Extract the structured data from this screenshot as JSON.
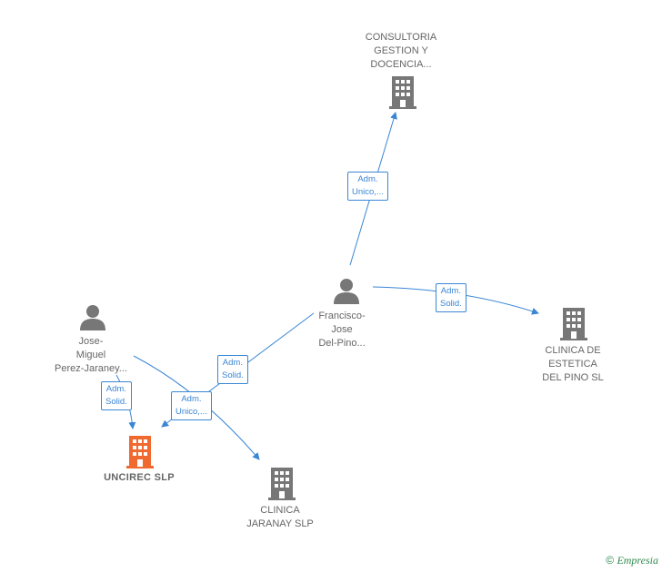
{
  "colors": {
    "link": "#3a86d4",
    "company": "#777777",
    "company_highlight": "#f06a30",
    "person": "#777777",
    "text": "#666666"
  },
  "nodes": {
    "consultoria": {
      "type": "company",
      "lines": [
        "CONSULTORIA",
        "GESTION Y",
        "DOCENCIA..."
      ]
    },
    "francisco": {
      "type": "person",
      "lines": [
        "Francisco-",
        "Jose",
        "Del-Pino..."
      ]
    },
    "clinica_estetica": {
      "type": "company",
      "lines": [
        "CLINICA DE",
        "ESTETICA",
        "DEL PINO  SL"
      ]
    },
    "jose": {
      "type": "person",
      "lines": [
        "Jose-",
        "Miguel",
        "Perez-Jaraney..."
      ]
    },
    "uncirec": {
      "type": "company-highlight",
      "lines": [
        "UNCIREC  SLP"
      ]
    },
    "clinica_jaranay": {
      "type": "company",
      "lines": [
        "CLINICA",
        "JARANAY  SLP"
      ]
    }
  },
  "edges": [
    {
      "from": "francisco",
      "to": "consultoria",
      "label": [
        "Adm.",
        "Unico,..."
      ]
    },
    {
      "from": "francisco",
      "to": "clinica_estetica",
      "label": [
        "Adm.",
        "Solid."
      ]
    },
    {
      "from": "francisco",
      "to": "uncirec",
      "label": [
        "Adm.",
        "Solid."
      ]
    },
    {
      "from": "jose",
      "to": "uncirec",
      "label": [
        "Adm.",
        "Solid."
      ]
    },
    {
      "from": "jose",
      "to": "clinica_jaranay",
      "label": [
        "Adm.",
        "Unico,..."
      ]
    }
  ],
  "footer": {
    "copyright": "©",
    "brand": "Empresia"
  }
}
